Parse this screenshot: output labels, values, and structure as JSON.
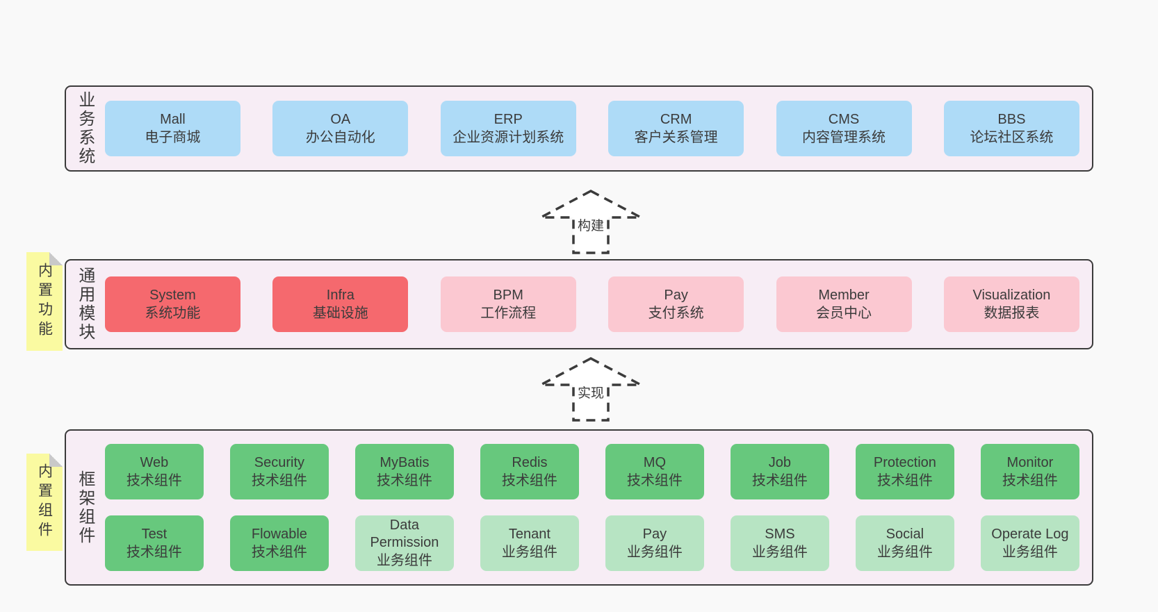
{
  "colors": {
    "page_background": "#f9f9f9",
    "panel_background": "#f7edf5",
    "panel_border": "#3b3b3b",
    "box_blue": "#aedbf7",
    "box_red": "#f5696e",
    "box_pink": "#fbc8d1",
    "box_green_dark": "#67c87d",
    "box_green_light": "#b7e4c3",
    "sticky_yellow": "#fafaa1",
    "sticky_fold": "#c9c9c9",
    "text": "#3b3b3b"
  },
  "arrows": [
    {
      "label": "构建"
    },
    {
      "label": "实现"
    }
  ],
  "sections": {
    "business": {
      "label": "业务系统",
      "boxes": [
        {
          "en": "Mall",
          "zh": "电子商城",
          "variant": "blue"
        },
        {
          "en": "OA",
          "zh": "办公自动化",
          "variant": "blue"
        },
        {
          "en": "ERP",
          "zh": "企业资源计划系统",
          "variant": "blue"
        },
        {
          "en": "CRM",
          "zh": "客户关系管理",
          "variant": "blue"
        },
        {
          "en": "CMS",
          "zh": "内容管理系统",
          "variant": "blue"
        },
        {
          "en": "BBS",
          "zh": "论坛社区系统",
          "variant": "blue"
        }
      ]
    },
    "modules": {
      "label": "通用模块",
      "sticky": "内置功能",
      "boxes": [
        {
          "en": "System",
          "zh": "系统功能",
          "variant": "red"
        },
        {
          "en": "Infra",
          "zh": "基础设施",
          "variant": "red"
        },
        {
          "en": "BPM",
          "zh": "工作流程",
          "variant": "pink"
        },
        {
          "en": "Pay",
          "zh": "支付系统",
          "variant": "pink"
        },
        {
          "en": "Member",
          "zh": "会员中心",
          "variant": "pink"
        },
        {
          "en": "Visualization",
          "zh": "数据报表",
          "variant": "pink"
        }
      ]
    },
    "framework": {
      "label": "框架组件",
      "sticky": "内置组件",
      "row1": [
        {
          "en": "Web",
          "zh": "技术组件",
          "variant": "green_dark"
        },
        {
          "en": "Security",
          "zh": "技术组件",
          "variant": "green_dark"
        },
        {
          "en": "MyBatis",
          "zh": "技术组件",
          "variant": "green_dark"
        },
        {
          "en": "Redis",
          "zh": "技术组件",
          "variant": "green_dark"
        },
        {
          "en": "MQ",
          "zh": "技术组件",
          "variant": "green_dark"
        },
        {
          "en": "Job",
          "zh": "技术组件",
          "variant": "green_dark"
        },
        {
          "en": "Protection",
          "zh": "技术组件",
          "variant": "green_dark"
        },
        {
          "en": "Monitor",
          "zh": "技术组件",
          "variant": "green_dark"
        }
      ],
      "row2": [
        {
          "en": "Test",
          "zh": "技术组件",
          "variant": "green_dark"
        },
        {
          "en": "Flowable",
          "zh": "技术组件",
          "variant": "green_dark"
        },
        {
          "en": "Data Permission",
          "zh": "业务组件",
          "variant": "green_light"
        },
        {
          "en": "Tenant",
          "zh": "业务组件",
          "variant": "green_light"
        },
        {
          "en": "Pay",
          "zh": "业务组件",
          "variant": "green_light"
        },
        {
          "en": "SMS",
          "zh": "业务组件",
          "variant": "green_light"
        },
        {
          "en": "Social",
          "zh": "业务组件",
          "variant": "green_light"
        },
        {
          "en": "Operate Log",
          "zh": "业务组件",
          "variant": "green_light"
        }
      ]
    }
  }
}
